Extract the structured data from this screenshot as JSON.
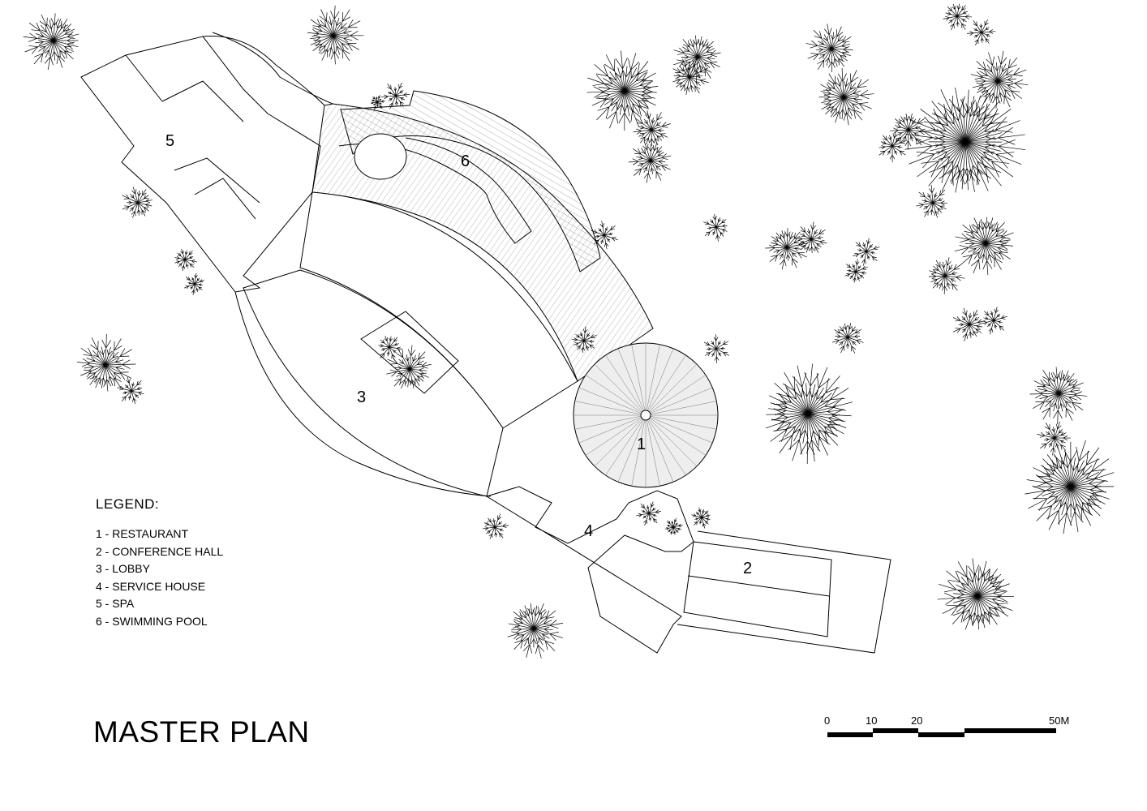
{
  "title": "MASTER PLAN",
  "legend": {
    "heading": "LEGEND:",
    "items": [
      "1 - RESTAURANT",
      "2 - CONFERENCE HALL",
      "3 - LOBBY",
      "4 - SERVICE HOUSE",
      "5 - SPA",
      "6 - SWIMMING POOL"
    ]
  },
  "plan_labels": {
    "restaurant": "1",
    "conference_hall": "2",
    "lobby": "3",
    "service_house": "4",
    "spa": "5",
    "swimming_pool": "6"
  },
  "scale_bar": {
    "labels": [
      "0",
      "10",
      "20",
      "50M"
    ]
  }
}
